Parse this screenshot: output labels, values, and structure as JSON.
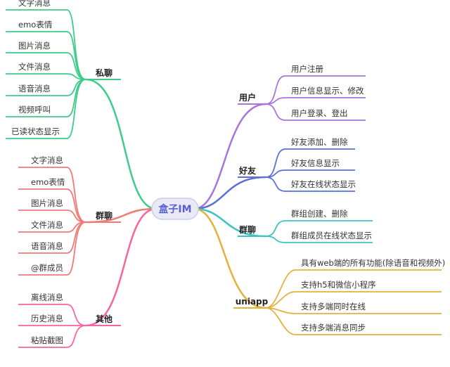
{
  "root": {
    "label": "盒子IM",
    "fill": "#e9eaf6",
    "stroke": "#c9cde9",
    "text_color": "#5a5fd6"
  },
  "branches": [
    {
      "key": "private",
      "label": "私聊",
      "color": "#3dcc8a",
      "children": [
        "文字消息",
        "emo表情",
        "图片消息",
        "文件消息",
        "语音消息",
        "视频呼叫",
        "已读状态显示"
      ]
    },
    {
      "key": "group",
      "label": "群聊",
      "color": "#f07a78",
      "children": [
        "文字消息",
        "emo表情",
        "图片消息",
        "文件消息",
        "语音消息",
        "@群成员"
      ]
    },
    {
      "key": "other",
      "label": "其他",
      "color": "#f5659f",
      "children": [
        "离线消息",
        "历史消息",
        "粘贴截图"
      ]
    },
    {
      "key": "user",
      "label": "用户",
      "color": "#a874e0",
      "children": [
        "用户注册",
        "用户信息显示、修改",
        "用户登录、登出"
      ]
    },
    {
      "key": "friend",
      "label": "好友",
      "color": "#5c6fd6",
      "children": [
        "好友添加、删除",
        "好友信息显示",
        "好友在线状态显示"
      ]
    },
    {
      "key": "group-manage",
      "label": "群聊",
      "color": "#3dc4c0",
      "children": [
        "群组创建、删除",
        "群组成员在线状态显示"
      ]
    },
    {
      "key": "uniapp",
      "label": "uniapp",
      "color": "#e3b23c",
      "children": [
        "具有web端的所有功能(除语音和视频外)",
        "支持h5和微信小程序",
        "支持多端同时在线",
        "支持多端消息同步"
      ]
    }
  ]
}
